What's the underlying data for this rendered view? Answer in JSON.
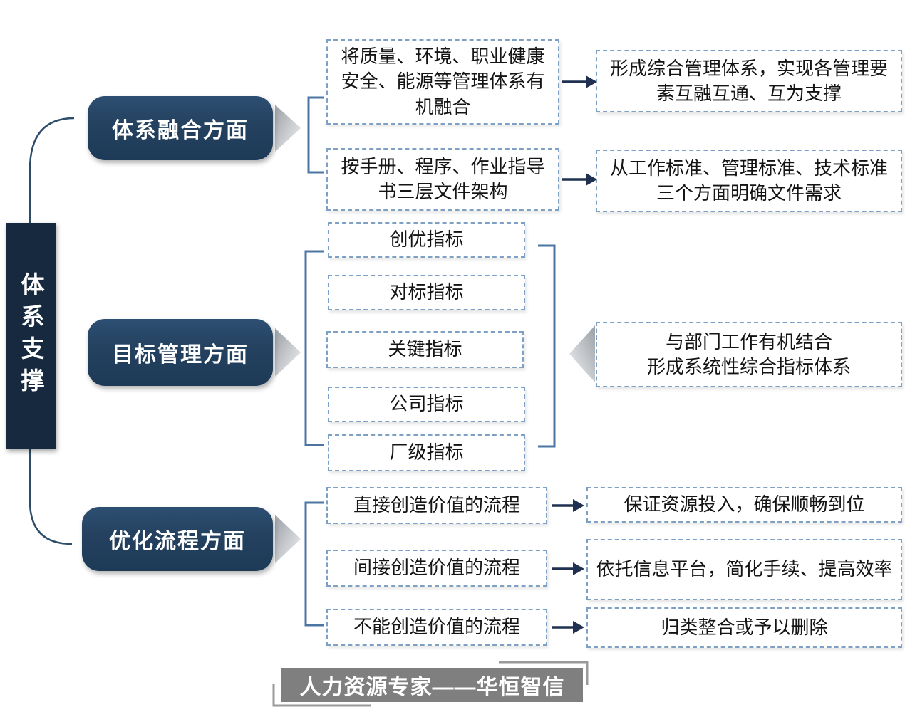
{
  "spine": {
    "label": "体系支撑"
  },
  "sections": {
    "integration": {
      "label": "体系融合方面",
      "rows": [
        {
          "source": "将质量、环境、职业健康安全、能源等管理体系有机融合",
          "result": "形成综合管理体系，实现各管理要素互融互通、互为支撑"
        },
        {
          "source": "按手册、程序、作业指导书三层文件架构",
          "result": "从工作标准、管理标准、技术标准三个方面明确文件需求"
        }
      ]
    },
    "goals": {
      "label": "目标管理方面",
      "indicators": [
        "创优指标",
        "对标指标",
        "关键指标",
        "公司指标",
        "厂级指标"
      ],
      "summary": {
        "line1": "与部门工作有机结合",
        "line2": "形成系统性综合指标体系"
      }
    },
    "process": {
      "label": "优化流程方面",
      "rows": [
        {
          "source": "直接创造价值的流程",
          "result": "保证资源投入，确保顺畅到位"
        },
        {
          "source": "间接创造价值的流程",
          "result": "依托信息平台，简化手续、提高效率"
        },
        {
          "source": "不能创造价值的流程",
          "result": "归类整合或予以删除"
        }
      ]
    }
  },
  "footer": {
    "brand": "人力资源专家——华恒智信"
  },
  "colors": {
    "navy_box": "#24415f",
    "spine_box": "#16293f",
    "dashed_border": "#7da0c4",
    "bracket_line": "#4d75a3",
    "arrow_line": "#1f3050",
    "chevron_gray": "#b9bcc0",
    "banner_gray": "#7f7f7f",
    "text_dark": "#141414"
  }
}
